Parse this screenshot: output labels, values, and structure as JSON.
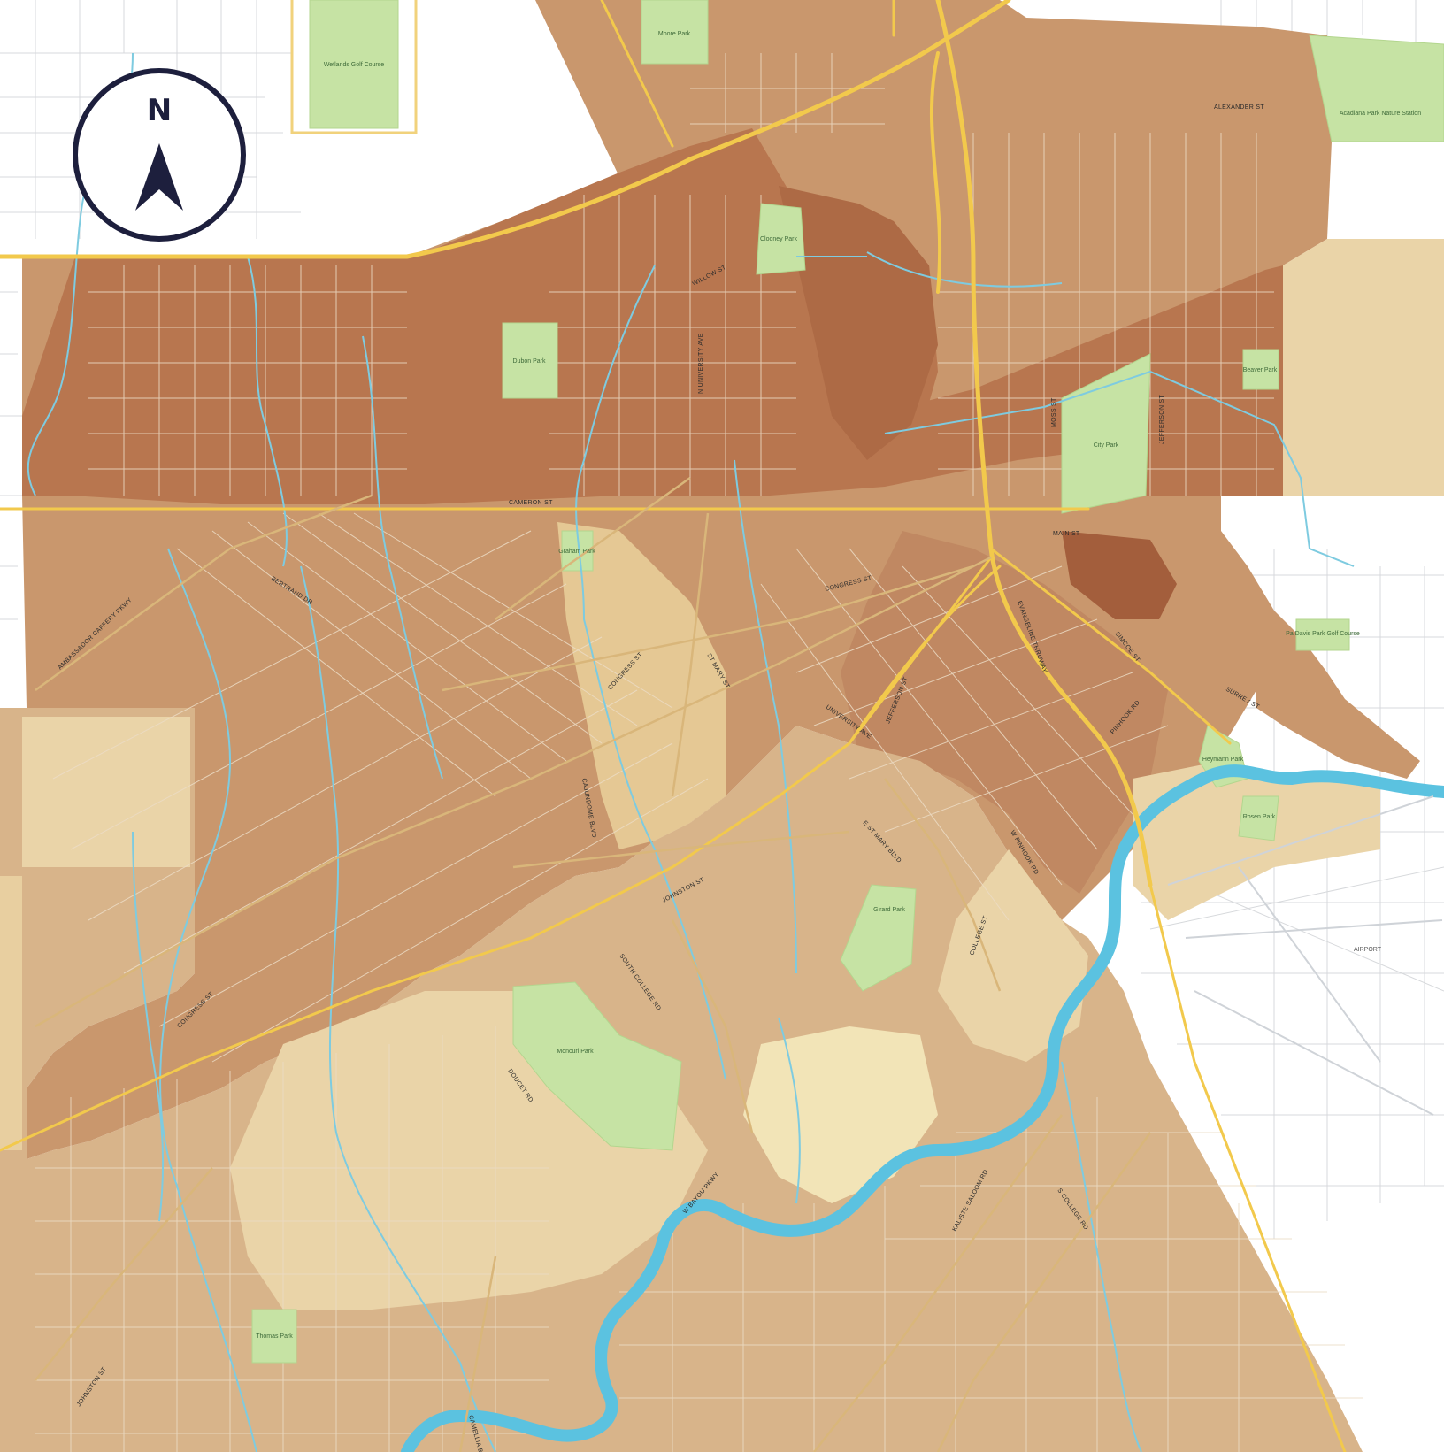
{
  "colors": {
    "background": "#ffffff",
    "zone_dark": "#b8764f",
    "zone_medium": "#c9976d",
    "zone_light": "#d8b48a",
    "zone_pale": "#ead4a8",
    "zone_cream": "#f2e4b7",
    "park": "#c6e3a4",
    "river": "#5bc2e0",
    "creek": "#7ecbe0",
    "highway": "#f2c94c",
    "street": "#eadcc6",
    "compass": "#1d1f3d"
  },
  "compass": {
    "letter": "N",
    "icon": "north-arrow-icon"
  },
  "parks": [
    {
      "id": "moore",
      "label": "Moore Park"
    },
    {
      "id": "golf",
      "label": "Wetlands Golf Course"
    },
    {
      "id": "acadiana",
      "label": "Acadiana Park Nature Station"
    },
    {
      "id": "clooney",
      "label": "Clooney Park"
    },
    {
      "id": "dubon",
      "label": "Dubon Park"
    },
    {
      "id": "beaver",
      "label": "Beaver Park"
    },
    {
      "id": "city",
      "label": "City Park"
    },
    {
      "id": "graham",
      "label": "Graham Park"
    },
    {
      "id": "girard",
      "label": "Girard Park"
    },
    {
      "id": "pa_davis",
      "label": "Pa Davis Park Golf Course"
    },
    {
      "id": "heymann",
      "label": "Heymann Park"
    },
    {
      "id": "rosen",
      "label": "Rosen Park"
    },
    {
      "id": "moncuri",
      "label": "Moncuri Park"
    },
    {
      "id": "thomas",
      "label": "Thomas Park"
    }
  ],
  "streets": [
    {
      "id": "alexander",
      "label": "ALEXANDER ST"
    },
    {
      "id": "willow",
      "label": "WILLOW ST"
    },
    {
      "id": "cameron",
      "label": "CAMERON ST"
    },
    {
      "id": "congress_n",
      "label": "CONGRESS ST"
    },
    {
      "id": "moss",
      "label": "MOSS ST"
    },
    {
      "id": "evangeline",
      "label": "N UNIVERSITY AVE"
    },
    {
      "id": "jefferson",
      "label": "JEFFERSON ST"
    },
    {
      "id": "ambassador",
      "label": "AMBASSADOR CAFFERY PKWY"
    },
    {
      "id": "bertrand",
      "label": "BERTRAND DR"
    },
    {
      "id": "congress_s",
      "label": "CONGRESS ST"
    },
    {
      "id": "st_mary",
      "label": "ST MARY ST"
    },
    {
      "id": "university",
      "label": "UNIVERSITY AVE"
    },
    {
      "id": "johnston",
      "label": "JOHNSTON ST"
    },
    {
      "id": "south_college",
      "label": "SOUTH COLLEGE RD"
    },
    {
      "id": "st_mary_blvd",
      "label": "E ST MARY BLVD"
    },
    {
      "id": "jefferson_s",
      "label": "JEFFERSON ST"
    },
    {
      "id": "evangeline_thwy",
      "label": "EVANGELINE THRUWAY"
    },
    {
      "id": "pinhook",
      "label": "PINHOOK RD"
    },
    {
      "id": "camellia",
      "label": "CAMELLIA BLVD"
    },
    {
      "id": "kaliste",
      "label": "KALISTE SALOOM RD"
    },
    {
      "id": "s_college",
      "label": "S COLLEGE RD"
    },
    {
      "id": "w_bayou",
      "label": "W BAYOU PKWY"
    },
    {
      "id": "doucet",
      "label": "DOUCET RD"
    },
    {
      "id": "johnston_s",
      "label": "JOHNSTON ST"
    },
    {
      "id": "congress_w",
      "label": "CONGRESS ST"
    },
    {
      "id": "caillouet",
      "label": "CAJUNDOME BLVD"
    },
    {
      "id": "surrey",
      "label": "SURREY ST"
    },
    {
      "id": "main",
      "label": "MAIN ST"
    },
    {
      "id": "simcoe",
      "label": "SIMCOE ST"
    },
    {
      "id": "college_st",
      "label": "COLLEGE ST"
    },
    {
      "id": "teurlings",
      "label": "W PINHOOK RD"
    }
  ],
  "places": [
    {
      "id": "airport",
      "label": "AIRPORT"
    }
  ]
}
